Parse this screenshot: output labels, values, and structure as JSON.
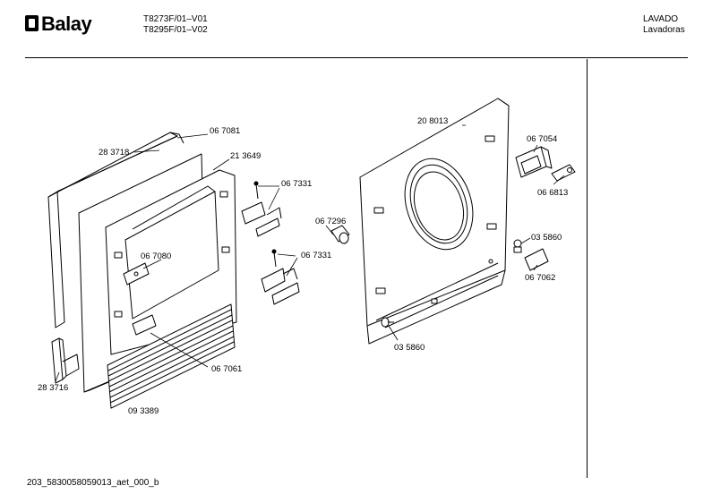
{
  "header": {
    "brand": "Balay",
    "models": [
      "T8273F/01–V01",
      "T8295F/01–V02"
    ],
    "category": [
      "LAVADO",
      "Lavadoras"
    ]
  },
  "footer": {
    "code": "203_5830058059013_aet_000_b"
  },
  "parts": [
    {
      "id": "p283718",
      "label": "28 3718"
    },
    {
      "id": "p067081",
      "label": "06 7081"
    },
    {
      "id": "p213649",
      "label": "21 3649"
    },
    {
      "id": "p067331a",
      "label": "06 7331"
    },
    {
      "id": "p067296",
      "label": "06 7296"
    },
    {
      "id": "p067331b",
      "label": "06 7331"
    },
    {
      "id": "p067080",
      "label": "06 7080"
    },
    {
      "id": "p067061",
      "label": "06 7061"
    },
    {
      "id": "p283716",
      "label": "28 3716"
    },
    {
      "id": "p093389",
      "label": "09 3389"
    },
    {
      "id": "p208013",
      "label": "20 8013"
    },
    {
      "id": "p067054",
      "label": "06 7054"
    },
    {
      "id": "p066813",
      "label": "06 6813"
    },
    {
      "id": "p035860a",
      "label": "03 5860"
    },
    {
      "id": "p067062",
      "label": "06 7062"
    },
    {
      "id": "p035860b",
      "label": "03 5860"
    }
  ]
}
